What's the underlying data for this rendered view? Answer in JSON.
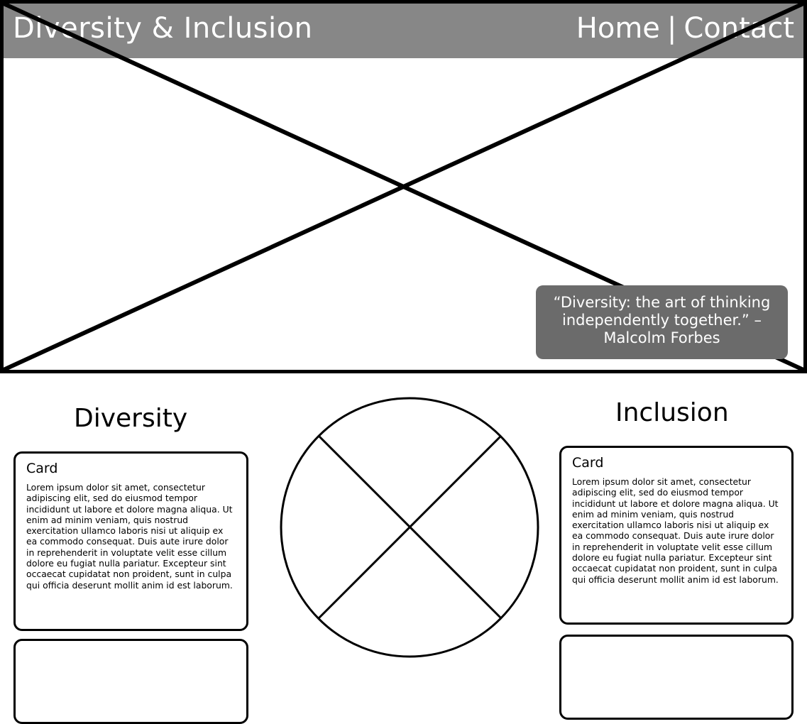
{
  "header": {
    "title": "Diversity & Inclusion",
    "nav": {
      "home": "Home",
      "separator": "|",
      "contact": "Contact"
    }
  },
  "hero": {
    "quote": "“Diversity: the art of thinking independently together.” – Malcolm Forbes"
  },
  "sections": {
    "diversity": {
      "heading": "Diversity",
      "card": {
        "title": "Card",
        "body": "Lorem ipsum dolor sit amet, consectetur adipiscing elit, sed do eiusmod tempor incididunt ut labore et dolore magna aliqua. Ut enim ad minim veniam, quis nostrud exercitation ullamco laboris nisi ut aliquip ex ea commodo consequat. Duis aute irure dolor in reprehenderit in voluptate velit esse cillum dolore eu fugiat nulla pariatur. Excepteur sint occaecat cupidatat non proident, sunt in culpa qui officia deserunt mollit anim id est laborum."
      }
    },
    "inclusion": {
      "heading": "Inclusion",
      "card": {
        "title": "Card",
        "body": "Lorem ipsum dolor sit amet, consectetur adipiscing elit, sed do eiusmod tempor incididunt ut labore et dolore magna aliqua. Ut enim ad minim veniam, quis nostrud exercitation ullamco laboris nisi ut aliquip ex ea commodo consequat. Duis aute irure dolor in reprehenderit in voluptate velit esse cillum dolore eu fugiat nulla pariatur. Excepteur sint occaecat cupidatat non proident, sunt in culpa qui officia deserunt mollit anim id est laborum."
      }
    }
  },
  "colors": {
    "header_bar": "#878787",
    "quote_box": "#6b6b6b",
    "border": "#000000",
    "text_light": "#ffffff"
  }
}
